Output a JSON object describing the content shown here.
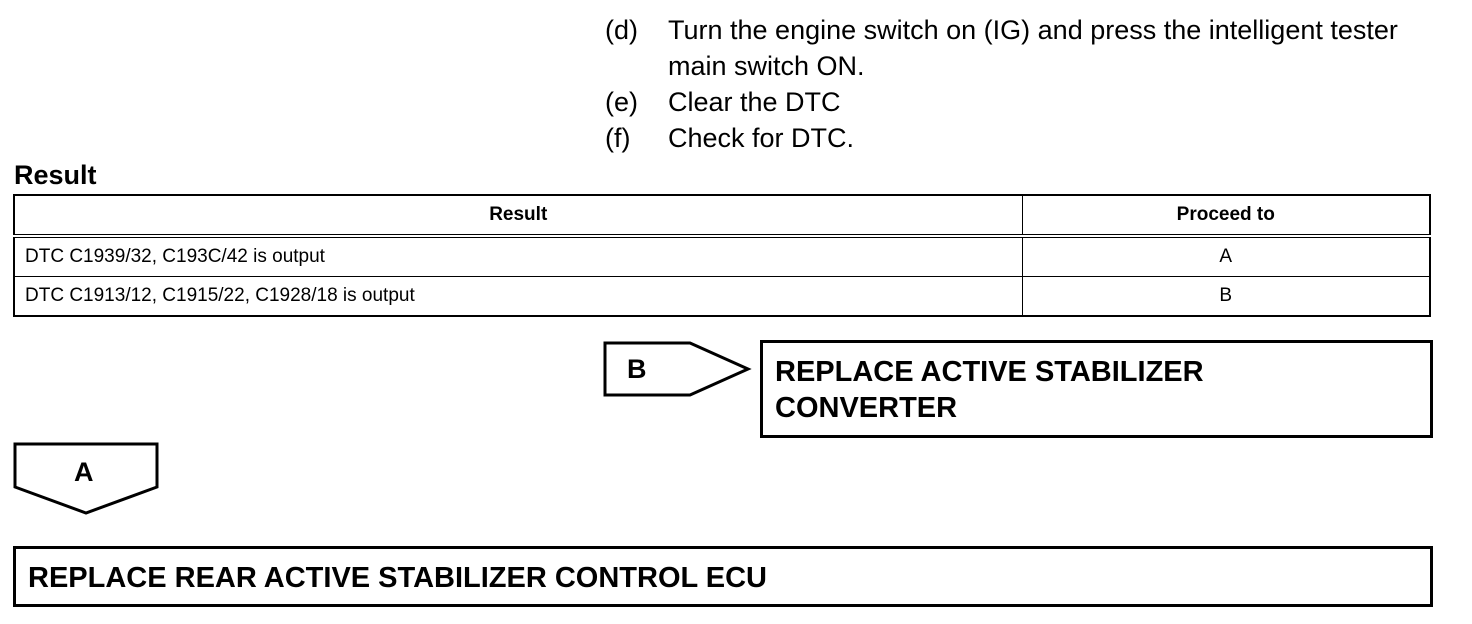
{
  "steps": [
    {
      "label": "(d)",
      "text": "Turn the engine switch on (IG) and press the intelligent tester main switch ON."
    },
    {
      "label": "(e)",
      "text": "Clear the DTC"
    },
    {
      "label": "(f)",
      "text": "Check for DTC."
    }
  ],
  "result_title": "Result",
  "table": {
    "headers": [
      "Result",
      "Proceed to"
    ],
    "rows": [
      [
        "DTC C1939/32, C193C/42 is output",
        "A"
      ],
      [
        "DTC C1913/12, C1915/22, C1928/18 is output",
        "B"
      ]
    ]
  },
  "flow": {
    "b_label": "B",
    "b_action": [
      "REPLACE ACTIVE STABILIZER",
      "CONVERTER"
    ],
    "a_label": "A",
    "a_action": "REPLACE REAR ACTIVE STABILIZER CONTROL ECU"
  }
}
